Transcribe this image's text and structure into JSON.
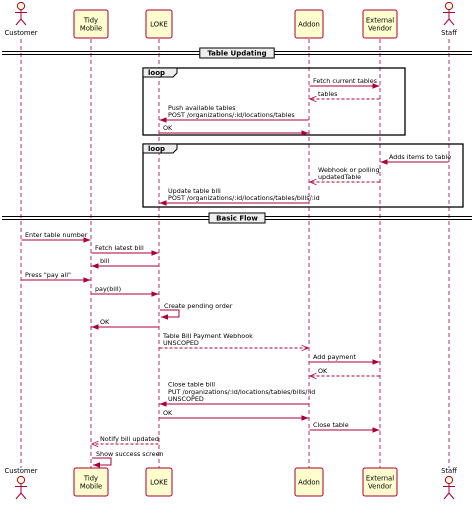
{
  "participants": [
    {
      "id": "customer",
      "label": "Customer",
      "kind": "actor"
    },
    {
      "id": "tidy",
      "label": "Tidy\nMobile",
      "kind": "box"
    },
    {
      "id": "loke",
      "label": "LOKE",
      "kind": "box"
    },
    {
      "id": "addon",
      "label": "Addon",
      "kind": "box"
    },
    {
      "id": "vendor",
      "label": "External\nVendor",
      "kind": "box"
    },
    {
      "id": "staff",
      "label": "Staff",
      "kind": "actor"
    }
  ],
  "sections": [
    {
      "label": "Table Updating"
    },
    {
      "label": "Basic Flow"
    }
  ],
  "loops": [
    {
      "label": "loop"
    },
    {
      "label": "loop"
    }
  ],
  "messages": [
    {
      "from": "addon",
      "to": "vendor",
      "text": "Fetch current tables",
      "style": "solid"
    },
    {
      "from": "vendor",
      "to": "addon",
      "text": "tables",
      "style": "dashed"
    },
    {
      "from": "addon",
      "to": "loke",
      "text": "Push available tables\nPOST /organizations/:id/locations/tables",
      "style": "solid"
    },
    {
      "from": "loke",
      "to": "addon",
      "text": "OK",
      "style": "solid"
    },
    {
      "from": "staff",
      "to": "vendor",
      "text": "Adds items to table",
      "style": "solid"
    },
    {
      "from": "vendor",
      "to": "addon",
      "text": "Webhook or polling\nupdatedTable",
      "style": "dashed"
    },
    {
      "from": "addon",
      "to": "loke",
      "text": "Update table bill\nPOST /organizations/:id/locations/tables/bills/:id",
      "style": "solid"
    },
    {
      "from": "customer",
      "to": "tidy",
      "text": "Enter table number",
      "style": "solid"
    },
    {
      "from": "tidy",
      "to": "loke",
      "text": "Fetch latest bill",
      "style": "solid"
    },
    {
      "from": "loke",
      "to": "tidy",
      "text": "bill",
      "style": "solid"
    },
    {
      "from": "customer",
      "to": "tidy",
      "text": "Press \"pay all\"",
      "style": "solid"
    },
    {
      "from": "tidy",
      "to": "loke",
      "text": "pay(bill)",
      "style": "solid"
    },
    {
      "from": "loke",
      "to": "loke",
      "text": "Create pending order",
      "style": "solid"
    },
    {
      "from": "loke",
      "to": "tidy",
      "text": "OK",
      "style": "solid"
    },
    {
      "from": "loke",
      "to": "addon",
      "text": "Table Bill Payment Webhook\nUNSCOPED",
      "style": "dashed"
    },
    {
      "from": "addon",
      "to": "vendor",
      "text": "Add payment",
      "style": "solid"
    },
    {
      "from": "vendor",
      "to": "addon",
      "text": "OK",
      "style": "dashed"
    },
    {
      "from": "addon",
      "to": "loke",
      "text": "Close table bill\nPUT /organizations/:id/locations/tables/bills/:id\nUNSCOPED",
      "style": "solid"
    },
    {
      "from": "loke",
      "to": "addon",
      "text": "OK",
      "style": "solid"
    },
    {
      "from": "addon",
      "to": "vendor",
      "text": "Close table",
      "style": "solid"
    },
    {
      "from": "loke",
      "to": "tidy",
      "text": "Notify bill updated",
      "style": "dashed"
    },
    {
      "from": "tidy",
      "to": "tidy",
      "text": "Show success screen",
      "style": "solid"
    }
  ],
  "colors": {
    "box_fill": "#FEFECE",
    "box_border": "#A80036",
    "lifeline": "#A80036",
    "arrow": "#A80036",
    "separator": "#000000",
    "separator_fill": "#EEEEEE"
  }
}
